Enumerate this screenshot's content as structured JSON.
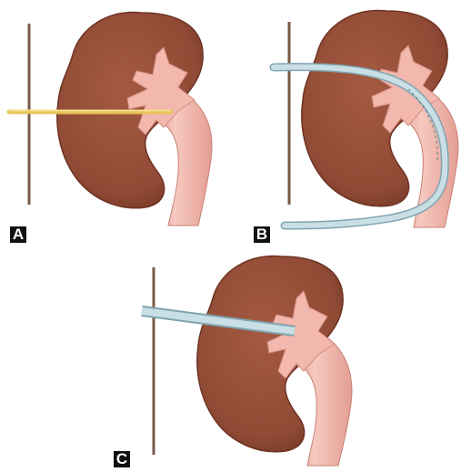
{
  "figure": {
    "panels": [
      {
        "label": "A",
        "instrument": "needle"
      },
      {
        "label": "B",
        "instrument": "ureteral-catheter"
      },
      {
        "label": "C",
        "instrument": "nephrostomy-tube"
      }
    ]
  },
  "colors": {
    "kidney_cortex": "#8f4a35",
    "kidney_cortex_dark": "#6e3323",
    "renal_pelvis": "#f2b7ad",
    "ureter": "#f0b3a8",
    "ureter_shadow": "#d88f86",
    "needle": "#e8c65a",
    "tube": "#b9d4dc",
    "tube_edge": "#7fa4b0",
    "skin_line": "#7a5a4a",
    "label_bg": "#111111",
    "label_text": "#ffffff"
  }
}
